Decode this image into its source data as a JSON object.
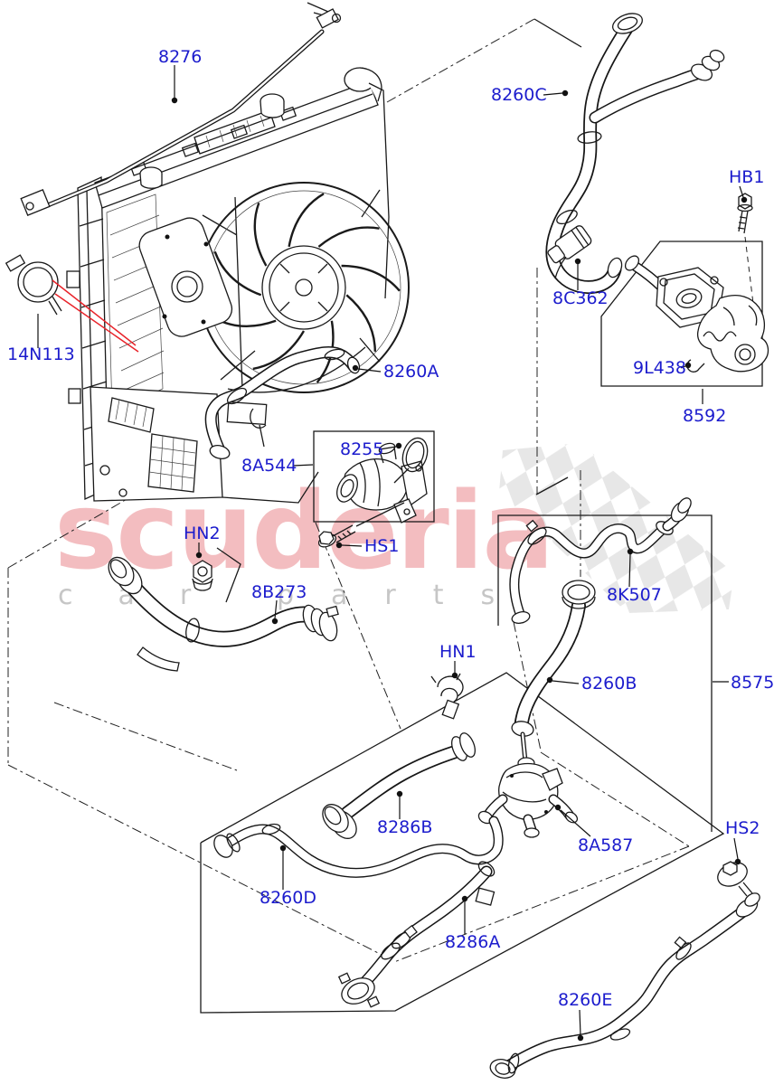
{
  "diagram": {
    "labels": [
      {
        "id": "8276",
        "text": "8276"
      },
      {
        "id": "8260C",
        "text": "8260C"
      },
      {
        "id": "HB1",
        "text": "HB1"
      },
      {
        "id": "14N113",
        "text": "14N113"
      },
      {
        "id": "8260A",
        "text": "8260A"
      },
      {
        "id": "8C362",
        "text": "8C362"
      },
      {
        "id": "9L438",
        "text": "9L438"
      },
      {
        "id": "8592",
        "text": "8592"
      },
      {
        "id": "8A544",
        "text": "8A544"
      },
      {
        "id": "8255",
        "text": "8255"
      },
      {
        "id": "HN2",
        "text": "HN2"
      },
      {
        "id": "HS1",
        "text": "HS1"
      },
      {
        "id": "8B273",
        "text": "8B273"
      },
      {
        "id": "8K507",
        "text": "8K507"
      },
      {
        "id": "HN1",
        "text": "HN1"
      },
      {
        "id": "8260B",
        "text": "8260B"
      },
      {
        "id": "8575",
        "text": "8575"
      },
      {
        "id": "8286B",
        "text": "8286B"
      },
      {
        "id": "8A587",
        "text": "8A587"
      },
      {
        "id": "HS2",
        "text": "HS2"
      },
      {
        "id": "8260D",
        "text": "8260D"
      },
      {
        "id": "8286A",
        "text": "8286A"
      },
      {
        "id": "8260E",
        "text": "8260E"
      }
    ],
    "colors": {
      "label_blue": "#1c1ccd",
      "line_black": "#1a1a1a",
      "leader_red": "#e8232a",
      "background": "#ffffff"
    }
  },
  "watermark": {
    "brand": "scuderia",
    "sub_left": "car",
    "sub_right": "parts",
    "brand_color": "#d6232e",
    "checker_color": "#e7e7e7"
  }
}
